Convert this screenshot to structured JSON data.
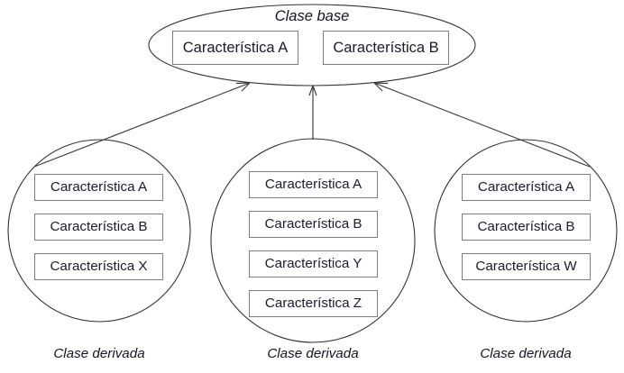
{
  "diagram": {
    "kind": "class-inheritance",
    "language": "es",
    "colors": {
      "background": "#ffffff",
      "shape_stroke": "#333333",
      "box_stroke": "#7d7d7d",
      "arrow_stroke": "#3a3a3a",
      "text": "#15151f"
    },
    "base_class": {
      "label": "Clase base",
      "features": [
        {
          "label": "Característica A"
        },
        {
          "label": "Característica B"
        }
      ]
    },
    "derived_classes": [
      {
        "caption": "Clase derivada",
        "features": [
          {
            "label": "Característica A"
          },
          {
            "label": "Característica B"
          },
          {
            "label": "Característica X"
          }
        ]
      },
      {
        "caption": "Clase derivada",
        "features": [
          {
            "label": "Característica A"
          },
          {
            "label": "Característica B"
          },
          {
            "label": "Característica Y"
          },
          {
            "label": "Característica Z"
          }
        ]
      },
      {
        "caption": "Clase derivada",
        "features": [
          {
            "label": "Característica A"
          },
          {
            "label": "Característica B"
          },
          {
            "label": "Característica W"
          }
        ]
      }
    ]
  }
}
